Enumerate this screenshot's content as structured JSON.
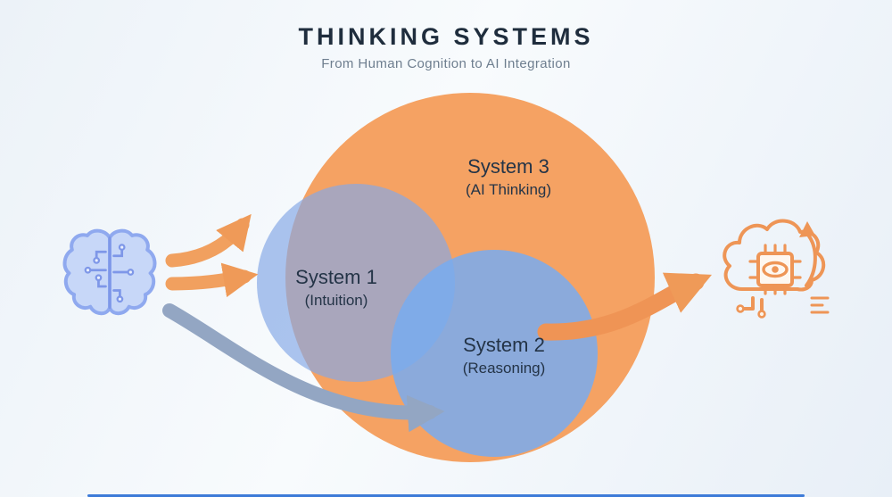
{
  "header": {
    "title": "THINKING SYSTEMS",
    "subtitle": "From Human Cognition to AI Integration"
  },
  "diagram": {
    "system3": {
      "name": "System 3",
      "sub": "(AI Thinking)"
    },
    "system1": {
      "name": "System 1",
      "sub": "(Intuition)"
    },
    "system2": {
      "name": "System 2",
      "sub": "(Reasoning)"
    },
    "icons": {
      "left": "brain-circuit-icon",
      "right": "ai-cloud-chip-eye-icon"
    },
    "colors": {
      "orange_circle": "#F5A263",
      "blue_circle_system1": "#9DBCEA",
      "blue_circle_system2": "#7FACE8",
      "arrow_orange": "#EF9A58",
      "arrow_blue": "#93A6C3",
      "brain_icon_blue": "#8FA9EF",
      "ai_icon_orange": "#EE9556",
      "accent_line_blue": "#3D7BD8",
      "text_dark": "#243447"
    }
  }
}
